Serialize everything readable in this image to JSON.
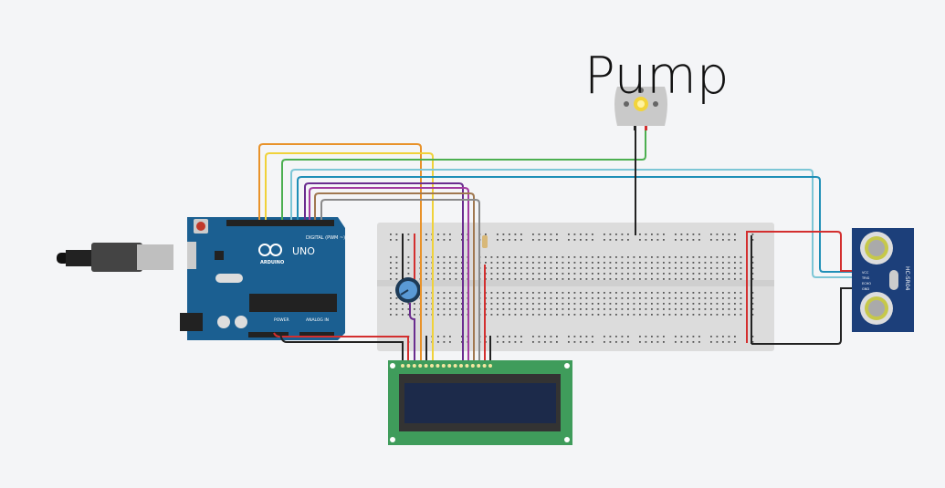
{
  "annotation": {
    "pump_label": "Pump"
  },
  "arduino": {
    "brand": "ARDUINO",
    "model": "UNO",
    "digital_label": "DIGITAL (PWM ~)",
    "power_label": "POWER",
    "analog_label": "ANALOG IN",
    "color": "#1b5f91"
  },
  "sensor": {
    "model": "HC-SR04",
    "pins": [
      "VCC",
      "TRIG",
      "ECHO",
      "GND"
    ],
    "color": "#1c3f7a"
  },
  "lcd": {
    "board_color": "#3f9c5b",
    "screen_color": "#1c2a4a"
  },
  "wire_colors": {
    "orange": "#e8922a",
    "yellow": "#f0d23a",
    "green": "#4caf50",
    "light_blue": "#7cc6d6",
    "blue": "#1f8fb7",
    "purple": "#6a2c8f",
    "magenta": "#a23aa0",
    "brown": "#a07850",
    "gray": "#8a8a8a",
    "red": "#d32f2f",
    "black": "#222222"
  }
}
